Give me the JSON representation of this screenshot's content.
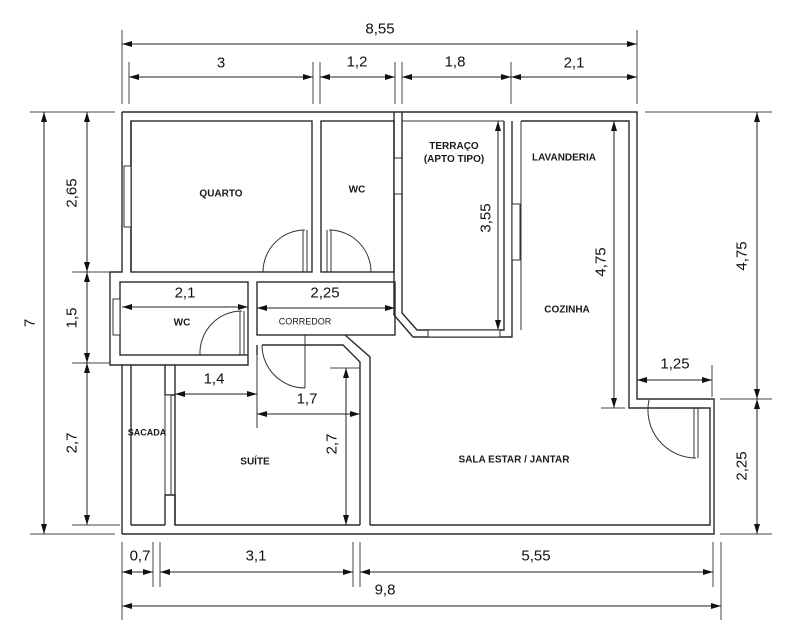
{
  "rooms": {
    "quarto": "QUARTO",
    "wc_top": "WC",
    "terraco_line1": "TERRAÇO",
    "terraco_line2": "(APTO TIPO)",
    "lavanderia": "LAVANDERIA",
    "cozinha": "COZINHA",
    "wc_mid": "WC",
    "corredor": "CORREDOR",
    "sacada": "SACADA",
    "suite": "SUÍTE",
    "sala": "SALA ESTAR / JANTAR"
  },
  "dimensions": {
    "top_total": "8,55",
    "top_segments": [
      "3",
      "1,2",
      "1,8",
      "2,1"
    ],
    "left_total": "7",
    "left_segments": [
      "2,65",
      "1,5",
      "2,7"
    ],
    "right_upper": "4,75",
    "right_lower": "2,25",
    "bottom_total": "9,8",
    "bottom_segments": [
      "0,7",
      "3,1",
      "5,55"
    ],
    "interior": {
      "wc_width": "2,1",
      "corredor_width": "2,25",
      "terraco_height": "3,55",
      "cozinha_height": "4,75",
      "suite_width_upper": "1,4",
      "suite_width_lower": "1,7",
      "suite_height": "2,7",
      "entry_width": "1,25"
    }
  },
  "colors": {
    "line": "#2a2a2a",
    "background": "#ffffff"
  }
}
